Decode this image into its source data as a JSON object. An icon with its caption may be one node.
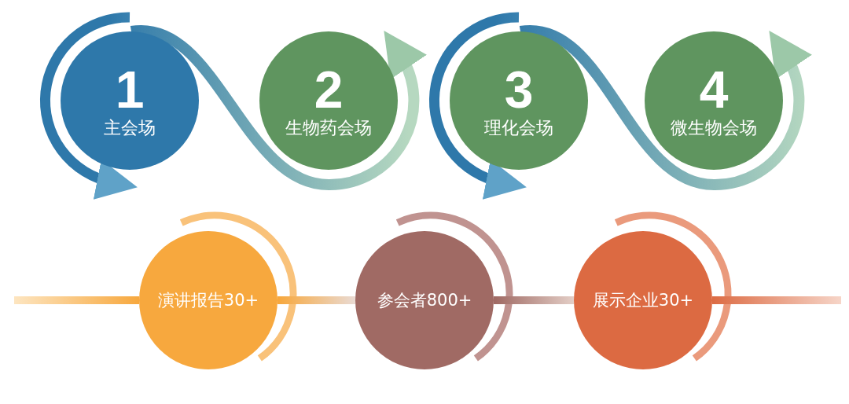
{
  "diagram": {
    "nodes": [
      {
        "text": [
          "1",
          "主会场"
        ]
      },
      {
        "text": [
          "2",
          "生物药会场"
        ]
      },
      {
        "text": [
          "3",
          "理化会场"
        ]
      },
      {
        "text": [
          "4",
          "微生物会场"
        ]
      },
      {
        "text": [
          "演讲报告30+"
        ]
      },
      {
        "text": [
          "参会者800+"
        ]
      },
      {
        "text": [
          "展示企业30+"
        ]
      }
    ],
    "edges": [
      {
        "from": 0,
        "to": 1,
        "arrow": "to"
      },
      {
        "from": 2,
        "to": 3,
        "arrow": "to"
      },
      {
        "from": null,
        "to": 4,
        "arrow": "none"
      },
      {
        "from": 4,
        "to": 5,
        "arrow": "none"
      },
      {
        "from": 5,
        "to": 6,
        "arrow": "none"
      },
      {
        "from": 6,
        "to": null,
        "arrow": "none"
      }
    ]
  }
}
